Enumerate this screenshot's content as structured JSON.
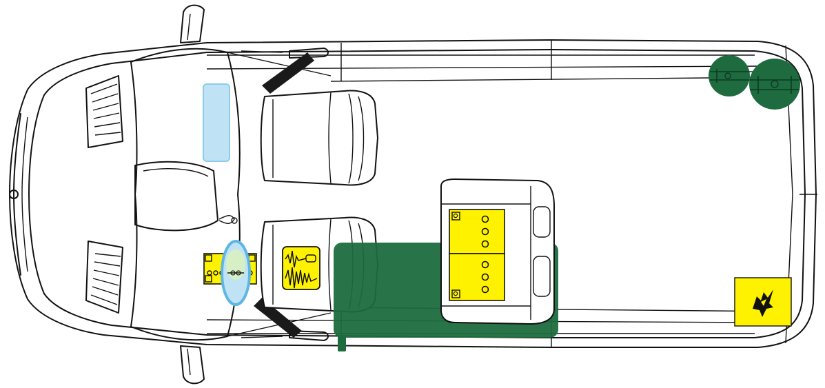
{
  "diagram": {
    "subject": "van-top-view",
    "colors": {
      "outline": "#111111",
      "background": "#ffffff",
      "component_green": "#1e6b3f",
      "component_yellow": "#fff200",
      "component_blue": "#bfe3f5",
      "component_blue_edge": "#5fb6e3",
      "belt": "#1a1a1a"
    },
    "components": [
      {
        "id": "cabin-blue-panel",
        "icon": "light-blue-rectangle-marker",
        "color": "#bfe3f5"
      },
      {
        "id": "engine-bay-fuse-box",
        "icon": "yellow-fuse-box-icon",
        "color": "#fff200"
      },
      {
        "id": "battery-cover-oval",
        "icon": "blue-oval-marker",
        "color": "#5fb6e3"
      },
      {
        "id": "control-unit-waveform",
        "icon": "yellow-waveform-module-icon",
        "color": "#fff200"
      },
      {
        "id": "floor-battery-area",
        "icon": "green-floor-zone-marker",
        "color": "#1e6b3f"
      },
      {
        "id": "seat-base-fuse-boxes",
        "icon": "yellow-fuse-box-icon",
        "color": "#fff200"
      },
      {
        "id": "rear-green-circles",
        "icon": "green-circle-marker",
        "color": "#1e6b3f"
      },
      {
        "id": "rear-spark-box",
        "icon": "spark-warning-icon",
        "color": "#fff200"
      }
    ]
  }
}
